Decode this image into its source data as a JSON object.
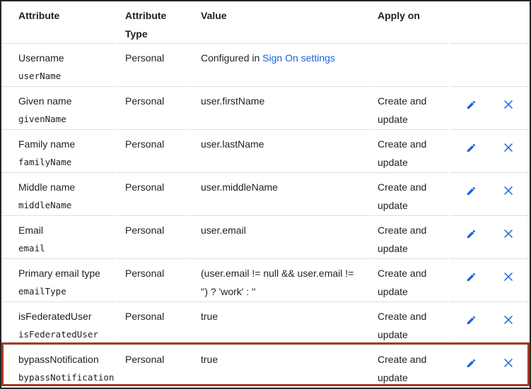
{
  "colors": {
    "accent_blue": "#1662dd",
    "highlight_red": "#a53a21",
    "text": "#1d1f24",
    "row_border": "#dedee1"
  },
  "icons": {
    "edit": "pencil-icon",
    "remove": "x-icon"
  },
  "table": {
    "headers": [
      "Attribute",
      "Attribute Type",
      "Value",
      "Apply on"
    ],
    "rows": [
      {
        "label": "Username",
        "name": "userName",
        "type": "Personal",
        "value_prefix": "Configured in ",
        "value_link": "Sign On settings",
        "apply_on": ""
      },
      {
        "label": "Given name",
        "name": "givenName",
        "type": "Personal",
        "value": "user.firstName",
        "apply_on": "Create and update"
      },
      {
        "label": "Family name",
        "name": "familyName",
        "type": "Personal",
        "value": "user.lastName",
        "apply_on": "Create and update"
      },
      {
        "label": "Middle name",
        "name": "middleName",
        "type": "Personal",
        "value": "user.middleName",
        "apply_on": "Create and update"
      },
      {
        "label": "Email",
        "name": "email",
        "type": "Personal",
        "value": "user.email",
        "apply_on": "Create and update"
      },
      {
        "label": "Primary email type",
        "name": "emailType",
        "type": "Personal",
        "value": "(user.email != null && user.email != '') ? 'work' : ''",
        "apply_on": "Create and update"
      },
      {
        "label": "isFederatedUser",
        "name": "isFederatedUser",
        "type": "Personal",
        "value": "true",
        "apply_on": "Create and update"
      },
      {
        "label": "bypassNotification",
        "name": "bypassNotification",
        "type": "Personal",
        "value": "true",
        "apply_on": "Create and update"
      }
    ]
  }
}
